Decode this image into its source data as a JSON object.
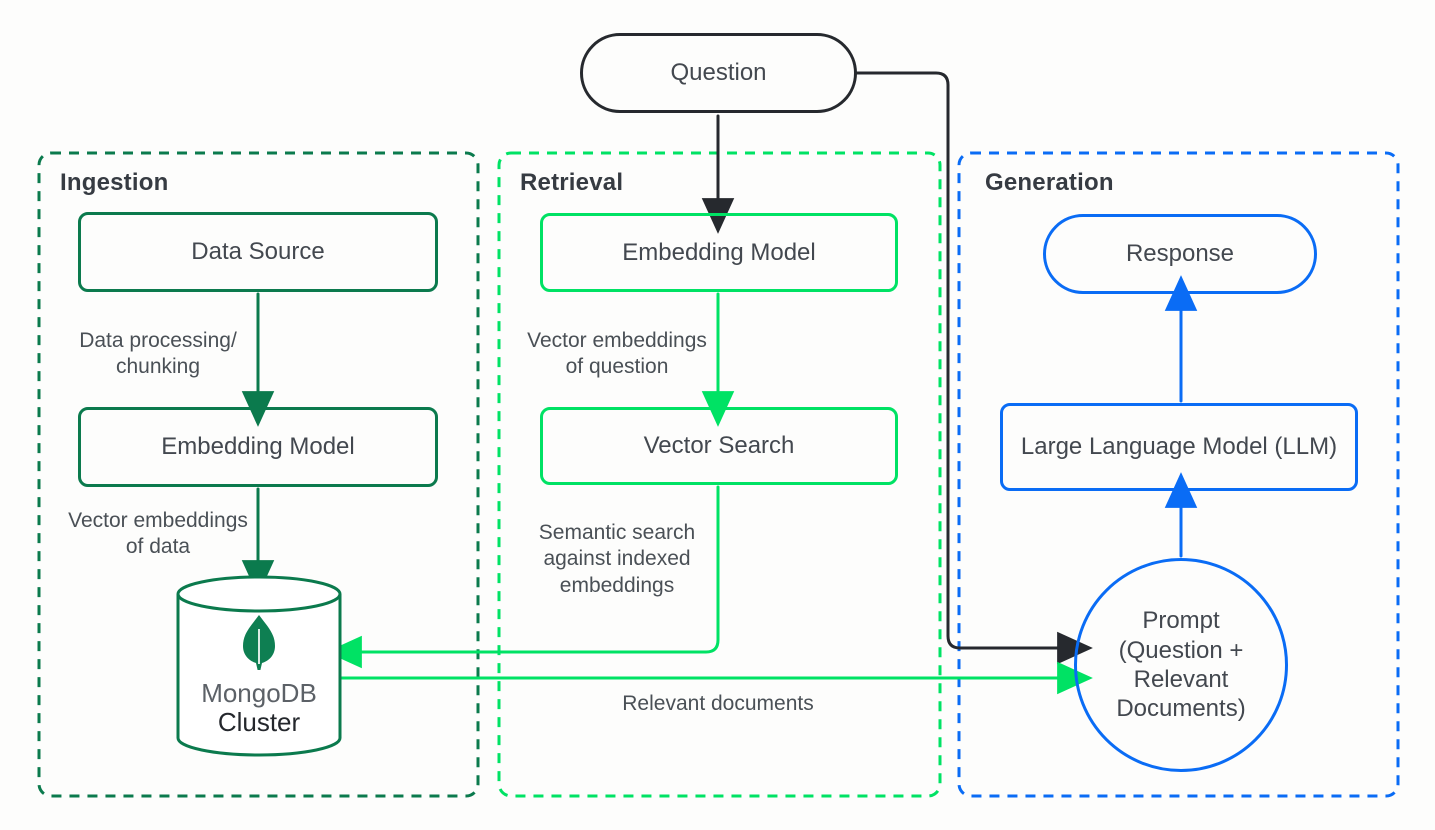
{
  "diagram": {
    "colors": {
      "background": "#FDFDFC",
      "ink": "#26292E",
      "dark_green": "#0B7A4D",
      "leaf_green": "#0E7F52",
      "bright_green": "#00E264",
      "blue": "#0A6CF5",
      "text": "#4A5056",
      "heading": "#363B42",
      "muted_text": "#5C6167"
    },
    "question": {
      "label": "Question"
    },
    "sections": {
      "ingestion": {
        "title": "Ingestion",
        "data_source": "Data Source",
        "embedding_model": "Embedding Model",
        "processing_label": "Data processing/\nchunking",
        "embeddings_label": "Vector embeddings\nof data",
        "cluster_line1": "MongoDB",
        "cluster_line2": "Cluster"
      },
      "retrieval": {
        "title": "Retrieval",
        "embedding_model": "Embedding Model",
        "vector_search": "Vector Search",
        "embeddings_label": "Vector embeddings\nof question",
        "semantic_label": "Semantic search\nagainst indexed\nembeddings"
      },
      "generation": {
        "title": "Generation",
        "response": "Response",
        "llm": "Large Language Model (LLM)",
        "prompt": "Prompt\n(Question +\nRelevant\nDocuments)"
      }
    },
    "edge_labels": {
      "relevant_documents": "Relevant documents"
    }
  }
}
